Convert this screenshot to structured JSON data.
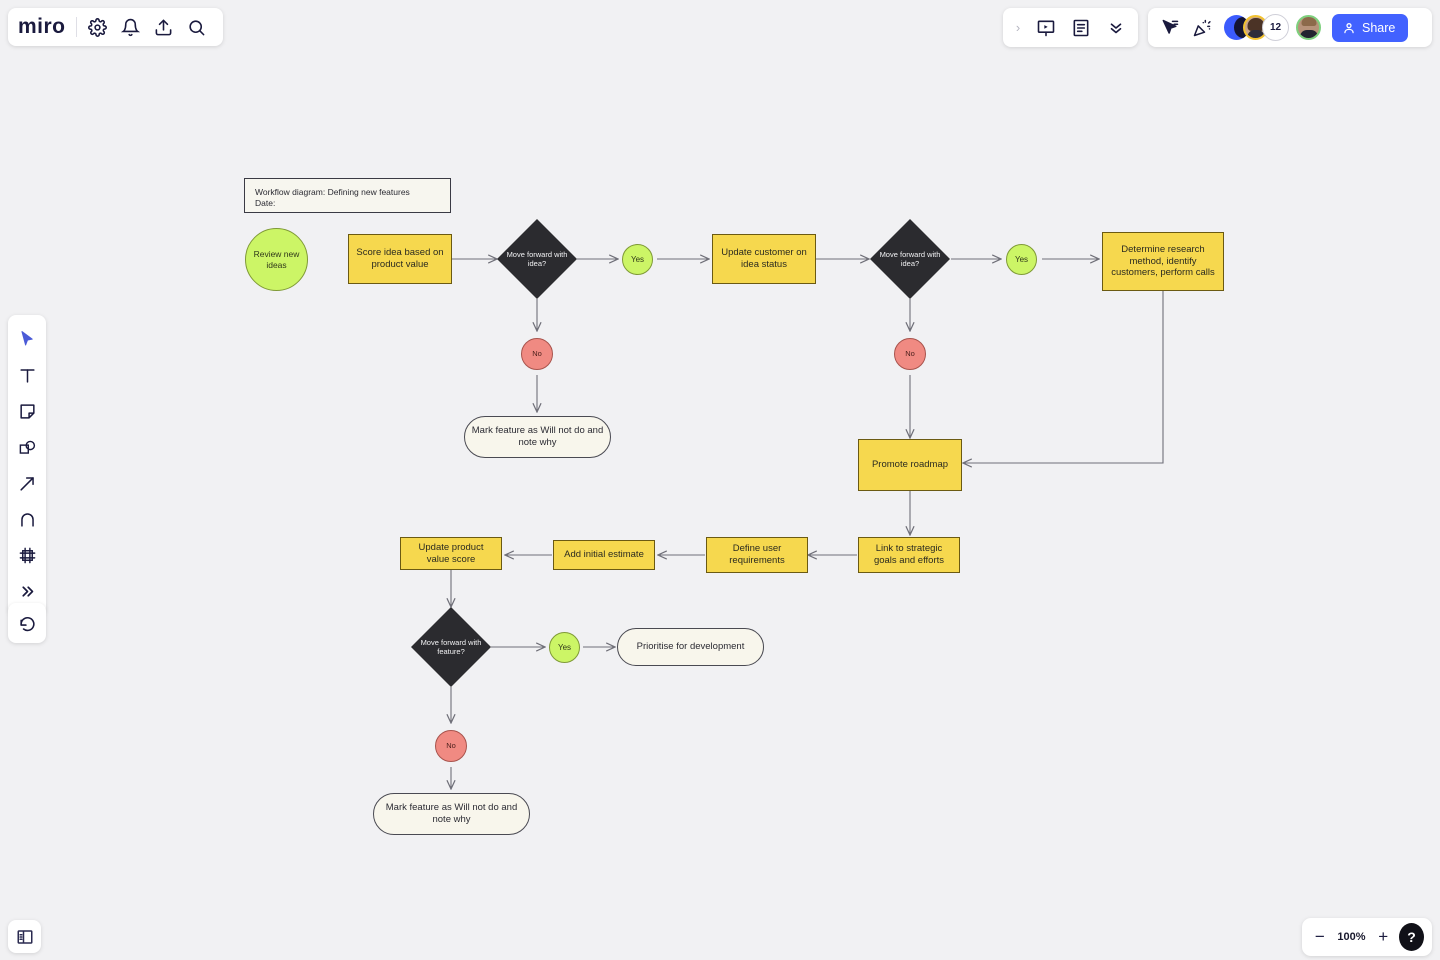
{
  "app": {
    "name": "miro",
    "zoom_level": "100%",
    "share_label": "Share",
    "collaborator_count": "12"
  },
  "top_left_toolbar": {
    "items": [
      {
        "name": "settings-icon",
        "label": "Settings"
      },
      {
        "name": "notifications-icon",
        "label": "Notifications"
      },
      {
        "name": "upload-icon",
        "label": "Upload"
      },
      {
        "name": "search-icon",
        "label": "Search"
      }
    ]
  },
  "top_right_toolbar": {
    "group_one": [
      {
        "name": "expand-chevron-icon",
        "label": "Expand"
      },
      {
        "name": "presentation-icon",
        "label": "Presentation mode"
      },
      {
        "name": "document-icon",
        "label": "Document"
      },
      {
        "name": "collapse-chevrons-icon",
        "label": "Collapse"
      }
    ],
    "group_two": [
      {
        "name": "cursor-share-icon",
        "label": "Share cursor"
      },
      {
        "name": "celebrate-icon",
        "label": "Celebrate"
      }
    ]
  },
  "left_rail": {
    "tools": [
      {
        "name": "select-tool",
        "label": "Select",
        "active": true
      },
      {
        "name": "text-tool",
        "label": "Text"
      },
      {
        "name": "sticky-note-tool",
        "label": "Sticky note"
      },
      {
        "name": "shapes-tool",
        "label": "Shapes"
      },
      {
        "name": "arrow-tool",
        "label": "Connection line"
      },
      {
        "name": "pen-tool",
        "label": "Pen"
      },
      {
        "name": "frame-tool",
        "label": "Frame"
      },
      {
        "name": "more-tools",
        "label": "More tools"
      }
    ],
    "undo": {
      "name": "undo-button",
      "label": "Undo"
    }
  },
  "bottom_bar": {
    "panel_toggle": "Toggle panel",
    "zoom_out": "−",
    "zoom_in": "+",
    "help": "?"
  },
  "board": {
    "title_card": {
      "line1": "Workflow diagram: Defining new features",
      "line2": "Date:"
    },
    "nodes": {
      "review_new_ideas": "Review new ideas",
      "score_idea": "Score idea based on product value",
      "decision_idea_1": "Move forward with idea?",
      "yes_1": "Yes",
      "no_1": "No",
      "update_customer": "Update customer on idea status",
      "decision_idea_2": "Move forward with idea?",
      "yes_2": "Yes",
      "no_2": "No",
      "determine_research": "Determine research method, identify customers, perform calls",
      "mark_will_not_do_1": "Mark feature as Will not do and note why",
      "promote_roadmap": "Promote roadmap",
      "link_strategic_goals": "Link to strategic goals and efforts",
      "define_user_requirements": "Define user requirements",
      "add_initial_estimate": "Add initial estimate",
      "update_product_value": "Update product value score",
      "decision_feature": "Move forward with feature?",
      "yes_3": "Yes",
      "no_3": "No",
      "prioritise_development": "Prioritise for development",
      "mark_will_not_do_2": "Mark feature as Will not do and note why"
    },
    "colors": {
      "canvas": "#f1f1f3",
      "yellow_fill": "#f6d84e",
      "yellow_stroke": "#6b5a12",
      "green_fill": "#ccf566",
      "green_stroke": "#7f9a36",
      "red_fill": "#f08a82",
      "red_stroke": "#a8534c",
      "dark_fill": "#2b2b2f",
      "cream_fill": "#f8f6ec",
      "connector": "#6f6f78",
      "accent": "#4262ff"
    }
  }
}
